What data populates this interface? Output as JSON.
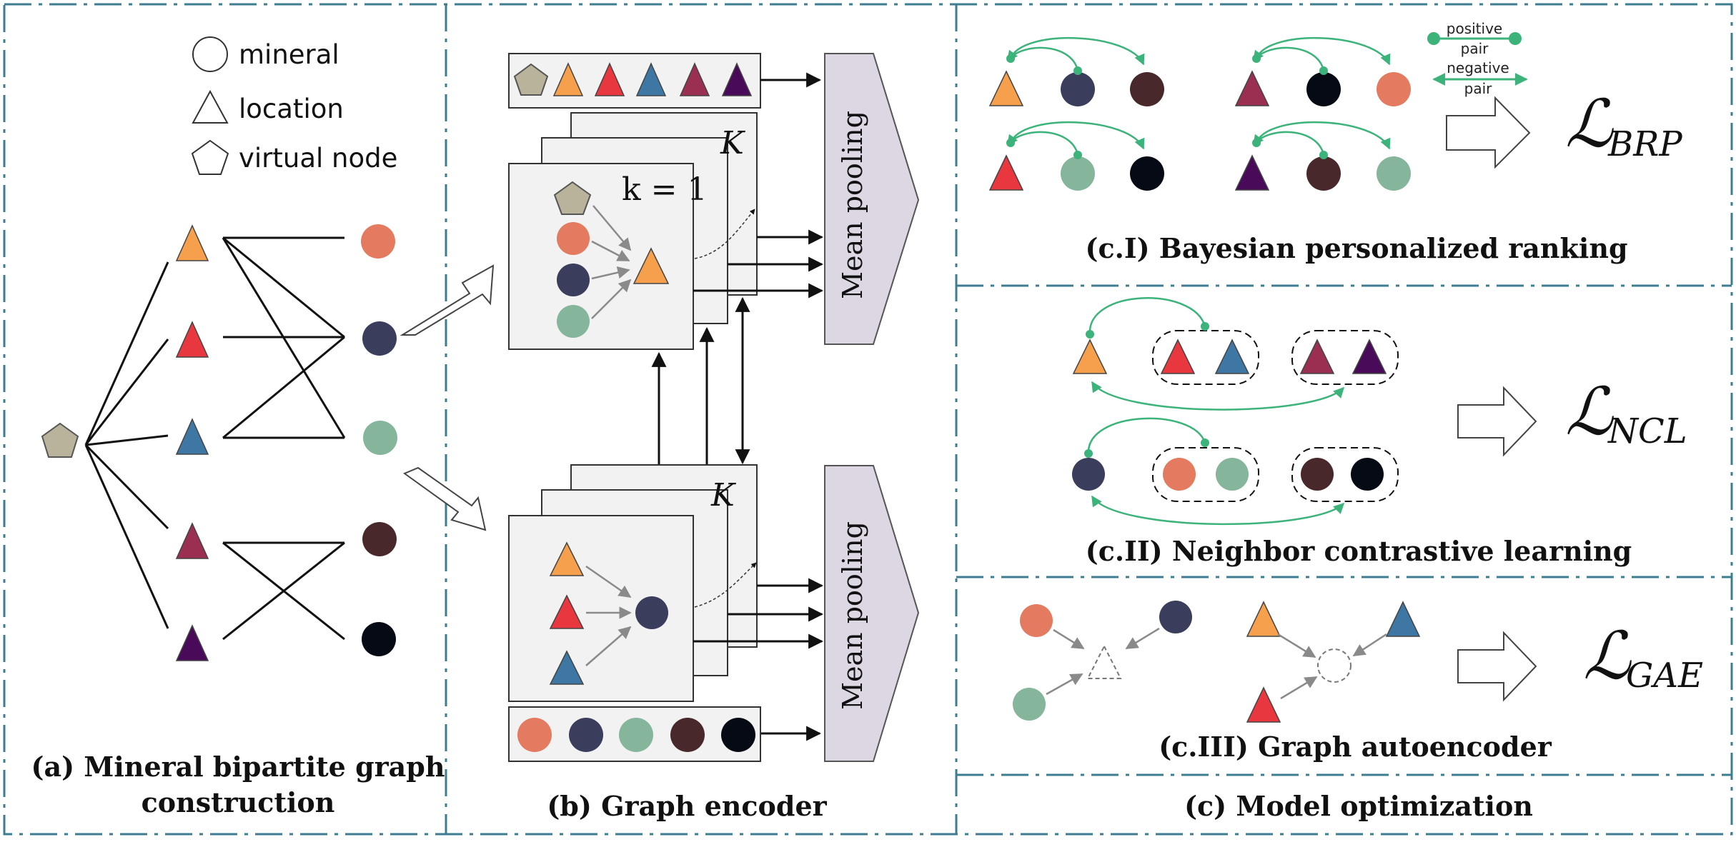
{
  "colors": {
    "orange": "#F6A04D",
    "red": "#E8373F",
    "blue": "#3E77A3",
    "plum": "#9A2F52",
    "purple": "#4A0A5A",
    "salmon": "#E47A5F",
    "navy": "#3A3D5C",
    "sage": "#85B59B",
    "brown": "#48282A",
    "black": "#050A14",
    "virtual": "#B8B39A",
    "teal_border": "#3E7C92",
    "green_arrow": "#3CB37A",
    "pool_fill": "#DDD6E3",
    "panel_fill": "#F2F2F2"
  },
  "legend": {
    "mineral": "mineral",
    "location": "location",
    "virtual_node": "virtual node"
  },
  "panel_a": {
    "caption_line1": "(a) Mineral bipartite graph",
    "caption_line2": "construction"
  },
  "panel_b": {
    "caption": "(b) Graph encoder",
    "k_label": "k = 1",
    "K_label": "K",
    "pooling_label": "Mean pooling"
  },
  "panel_c": {
    "caption": "(c) Model optimization",
    "c1_caption": "(c.I) Bayesian personalized ranking",
    "c2_caption": "(c.II) Neighbor contrastive learning",
    "c3_caption": "(c.III) Graph autoencoder",
    "positive_line1": "positive",
    "positive_line2": "pair",
    "negative_line1": "negative",
    "negative_line2": "pair",
    "loss_brp": "BRP",
    "loss_ncl": "NCL",
    "loss_gae": "GAE",
    "loss_symbol": "ℒ"
  }
}
